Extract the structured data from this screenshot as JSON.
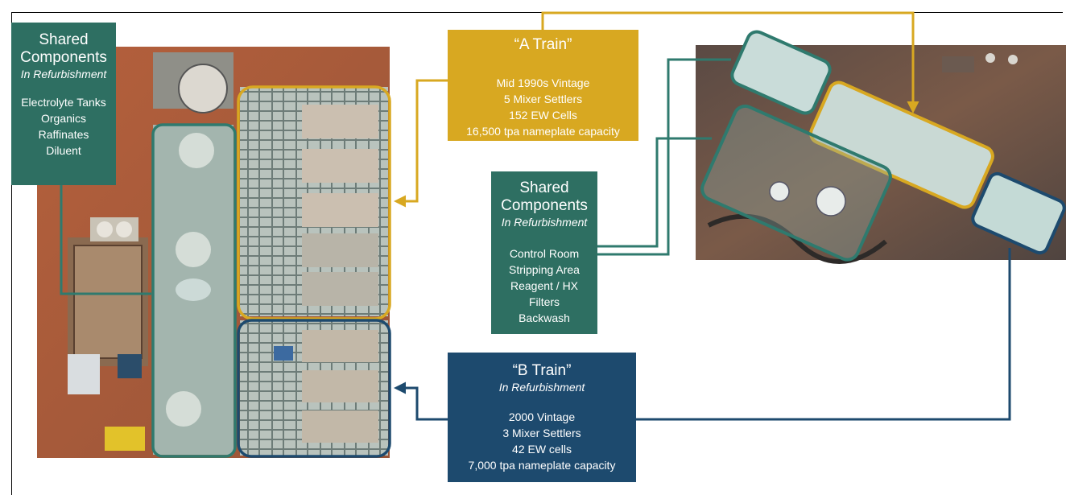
{
  "colors": {
    "teal": "#2e6f62",
    "teal_outline": "#2f7a6e",
    "gold": "#d8a821",
    "navy": "#1d4a6e"
  },
  "callouts": {
    "shared_left": {
      "title": "Shared Components",
      "subtitle": "In Refurbishment",
      "items": [
        "Electrolyte Tanks",
        "Organics",
        "Raffinates",
        "Diluent"
      ]
    },
    "a_train": {
      "title": "“A Train”",
      "items": [
        "Mid 1990s Vintage",
        "5 Mixer Settlers",
        "152 EW Cells",
        "16,500 tpa nameplate capacity"
      ]
    },
    "shared_center": {
      "title": "Shared Components",
      "subtitle": "In Refurbishment",
      "items": [
        "Control Room",
        "Stripping Area",
        "Reagent / HX",
        "Filters",
        "Backwash"
      ]
    },
    "b_train": {
      "title": "“B Train”",
      "subtitle": "In Refurbishment",
      "items": [
        "2000 Vintage",
        "3 Mixer Settlers",
        "42 EW cells",
        "7,000 tpa nameplate capacity"
      ]
    }
  },
  "images": {
    "left": "aerial-photo-plant-overview",
    "right": "aerial-photo-tankhouse"
  }
}
